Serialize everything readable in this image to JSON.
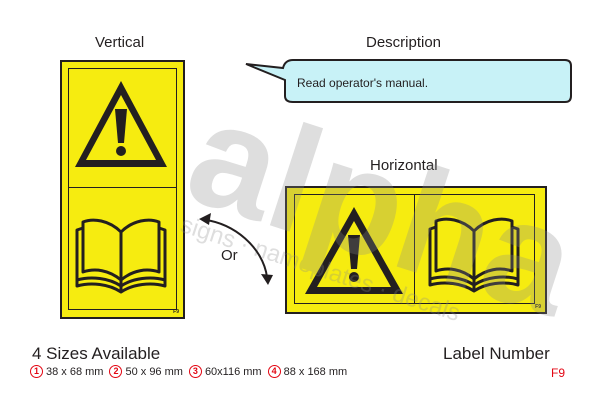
{
  "headings": {
    "vertical": "Vertical",
    "description": "Description",
    "horizontal": "Horizontal"
  },
  "description_text": "Read operator's manual.",
  "or_text": "Or",
  "label_code": "F9",
  "sizes": {
    "title": "4 Sizes Available",
    "items": [
      {
        "num": "1",
        "text": "38 x 68 mm"
      },
      {
        "num": "2",
        "text": "50 x 96 mm"
      },
      {
        "num": "3",
        "text": "60x116 mm"
      },
      {
        "num": "4",
        "text": "88 x 168 mm"
      }
    ]
  },
  "label_number": {
    "title": "Label Number",
    "value": "F9"
  },
  "watermark": {
    "logo_word": "alpha",
    "tagline": "signs · nameplates · decals"
  },
  "colors": {
    "label_yellow": "#f6ec10",
    "callout_fill": "#c8f2f7",
    "accent_red": "#e30613",
    "ink": "#231f20"
  }
}
